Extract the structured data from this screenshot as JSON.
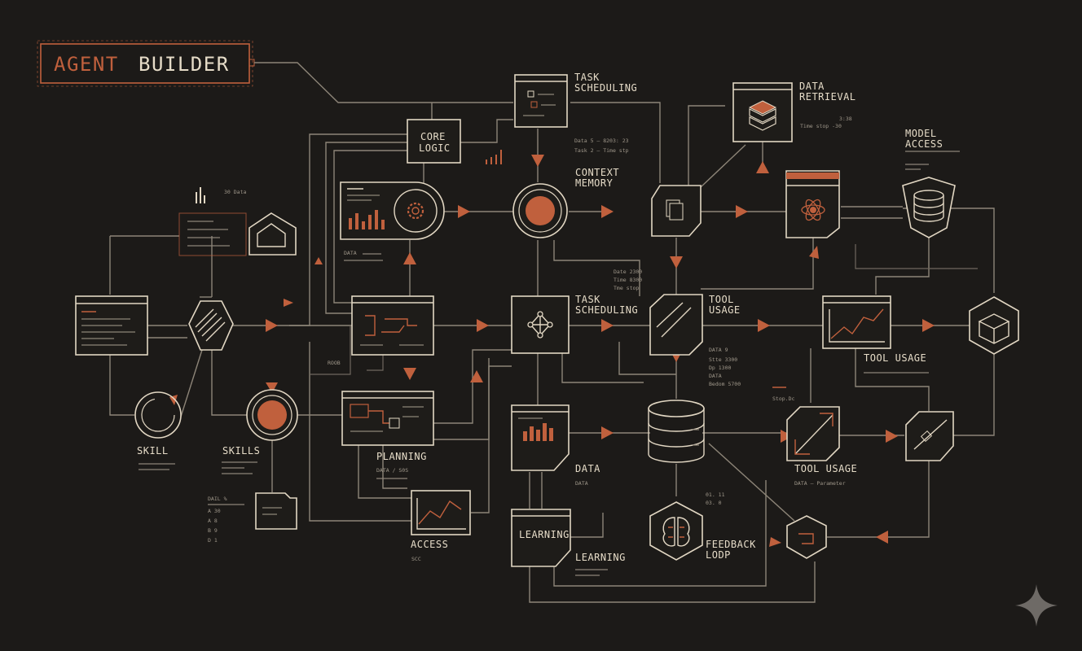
{
  "title": {
    "part1": "AGENT",
    "part2": "BUILDER"
  },
  "colors": {
    "background": "#1c1a18",
    "line": "#e2d7c3",
    "accent": "#c0603d",
    "wire": "#8d8578"
  },
  "labels": {
    "task_scheduling_top_1": "TASK",
    "task_scheduling_top_2": "SCHEDULING",
    "data_retrieval_1": "DATA",
    "data_retrieval_2": "RETRIEVAL",
    "model_access_1": "MODEL",
    "model_access_2": "ACCESS",
    "core_logic_1": "CORE",
    "core_logic_2": "LOGIC",
    "context_memory_1": "CONTEXT",
    "context_memory_2": "MEMORY",
    "task_scheduling_mid_1": "TASK",
    "task_scheduling_mid_2": "SCHEDULING",
    "tool_usage_1_1": "TOOL",
    "tool_usage_1_2": "USAGE",
    "tool_usage_2": "TOOL USAGE",
    "tool_usage_3": "TOOL USAGE",
    "skill": "SKILL",
    "skills": "SKILLS",
    "planning": "PLANNING",
    "access": "ACCESS",
    "data_bottom": "DATA",
    "learning_box": "LEARNING",
    "learning_label": "LEARNING",
    "feedback_1": "FEEDBACK",
    "feedback_2": "LODP"
  },
  "annotations": {
    "bars_label": "30 Data",
    "data_small": "DATA",
    "task_note_1": "Data 5 — 8203: 23",
    "task_note_2": "Task 2 — Time stp",
    "retrieval_note_1": "3:38",
    "retrieval_note_2": "Time stop  -30",
    "mid_note_1": "Date 2300",
    "mid_note_2": "Time 8300",
    "mid_note_3": "Tme stop",
    "right_note_1": "DATA    9",
    "right_note_2": "Stte   3300",
    "right_note_3": "Dp     1300",
    "right_note_4": "DATA",
    "right_note_5": "Bedom  5700",
    "right_note_6": "Stop.Dc",
    "feedback_note_1": "01. 11",
    "feedback_note_2": "03. 0",
    "left_table_head": "DAIL    %",
    "left_table_row_1": "A        30",
    "left_table_row_2": "A        8",
    "left_table_row_3": "B        9",
    "left_table_row_4": "D        1",
    "planning_note": "DATA / S0S",
    "access_note": "SCC",
    "data_note": "DATA",
    "tool_note": "DATA — Parameter",
    "mid_left_note": "ROOB"
  }
}
